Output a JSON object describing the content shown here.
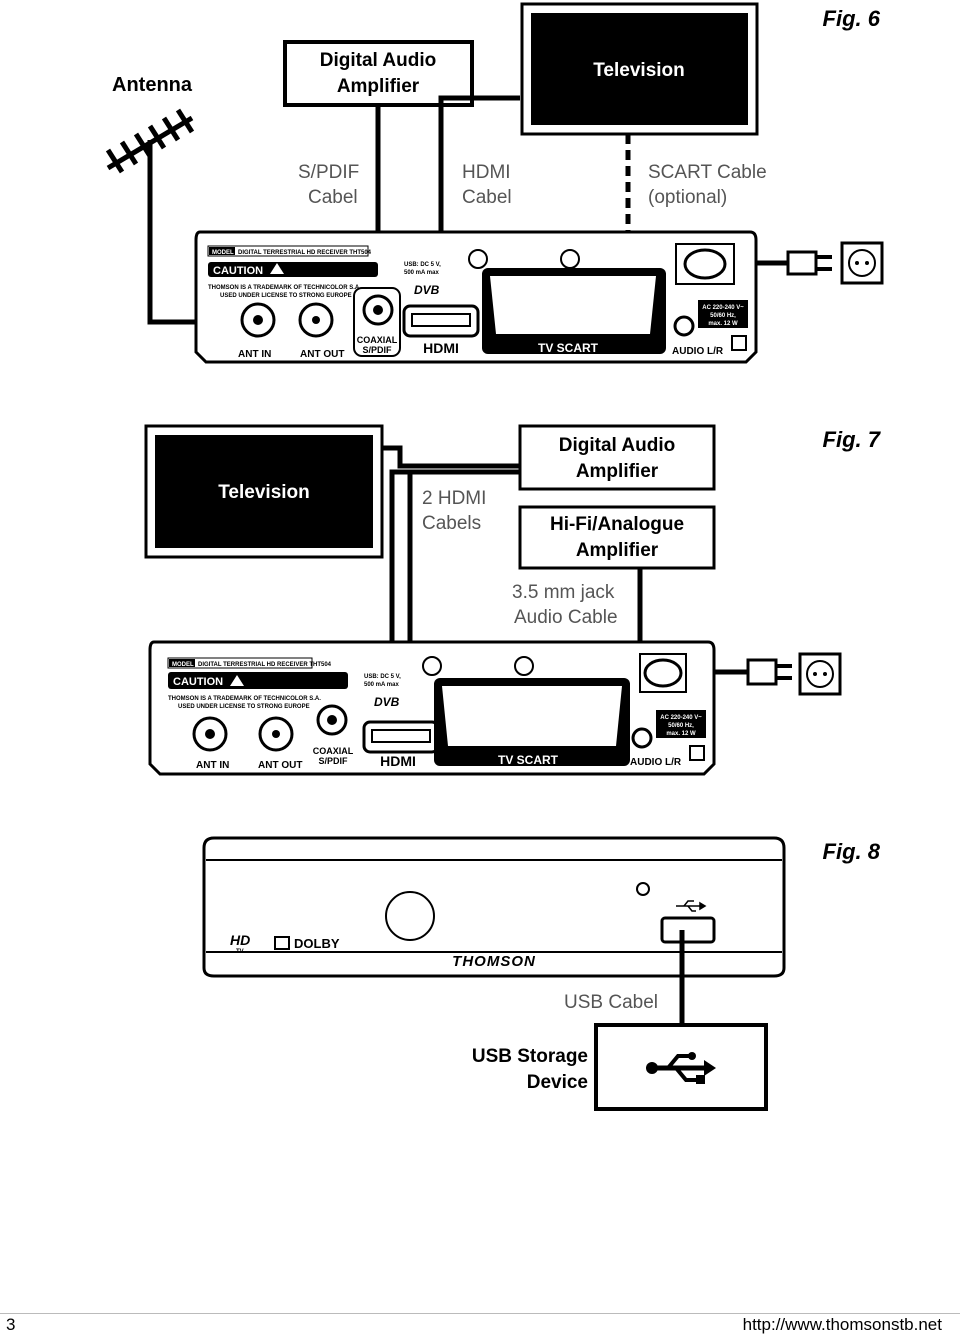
{
  "fig6": {
    "fig_label": "Fig. 6",
    "antenna": "Antenna",
    "amp_line1": "Digital Audio",
    "amp_line2": "Amplifier",
    "tv": "Television",
    "spdif_line1": "S/PDIF",
    "spdif_line2": "Cabel",
    "hdmi_line1": "HDMI",
    "hdmi_line2": "Cabel",
    "scart_line1": "SCART Cable",
    "scart_line2": "(optional)"
  },
  "fig7": {
    "fig_label": "Fig. 7",
    "tv": "Television",
    "amp_line1": "Digital Audio",
    "amp_line2": "Amplifier",
    "hifi_line1": "Hi-Fi/Analogue",
    "hifi_line2": "Amplifier",
    "hdmi_line1": "2 HDMI",
    "hdmi_line2": "Cabels",
    "jack_line1": "3.5 mm jack",
    "jack_line2": "Audio Cable"
  },
  "fig8": {
    "fig_label": "Fig. 8",
    "usb_cable": "USB Cabel",
    "storage_line1": "USB Storage",
    "storage_line2": "Device",
    "brand": "THOMSON",
    "hd_logo": "HD",
    "hd_sub": "TV",
    "dolby": "DOLBY"
  },
  "panel": {
    "model": "MODEL",
    "model_text": "DIGITAL TERRESTRIAL HD RECEIVER THT504",
    "caution": "CAUTION",
    "trademark1": "THOMSON IS A TRADEMARK OF TECHNICOLOR S.A.",
    "trademark2": "USED UNDER LICENSE TO STRONG EUROPE",
    "usb_power1": "USB: DC 5 V,",
    "usb_power2": "500 mA max",
    "ant_in": "ANT IN",
    "ant_out": "ANT OUT",
    "coaxial1": "COAXIAL",
    "coaxial2": "S/PDIF",
    "hdmi_logo": "HDMI",
    "dvb_logo": "DVB",
    "tv_scart": "TV SCART",
    "audio_lr": "AUDIO L/R",
    "ac1": "AC 220-240 V~",
    "ac2": "50/60 Hz,",
    "ac3": "max. 12 W"
  },
  "footer": {
    "page_number": "3",
    "url": "http://www.thomsonstb.net"
  }
}
